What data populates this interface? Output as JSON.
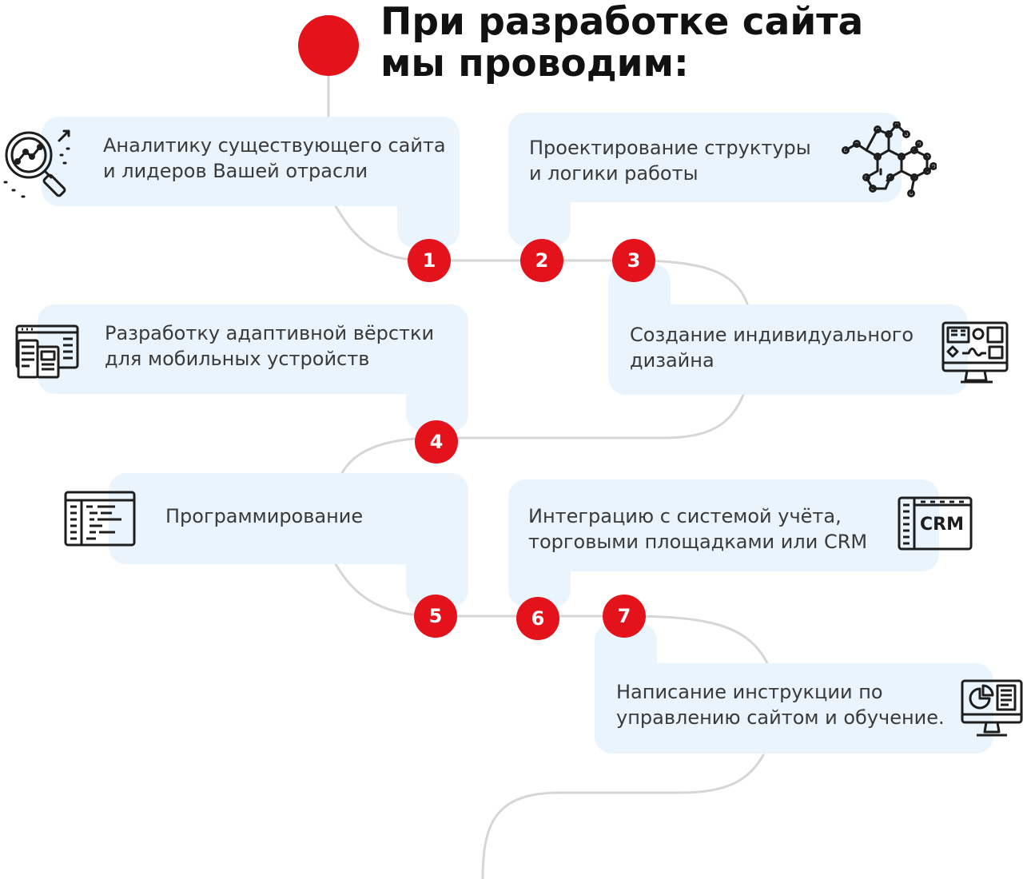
{
  "title": {
    "line1": "При разработке сайта",
    "line2": "мы проводим:"
  },
  "colors": {
    "accent": "#e3121b",
    "card_bg": "#e9f4fd",
    "connector": "#d6d6d6",
    "text": "#3a3a3a"
  },
  "steps": [
    {
      "number": "1",
      "lines": [
        "Аналитику существующего сайта",
        "и лидеров Вашей отрасли"
      ],
      "icon": "magnifier-chart-icon"
    },
    {
      "number": "2",
      "lines": [
        "Проектирование структуры",
        "и логики работы"
      ],
      "icon": "molecule-network-icon"
    },
    {
      "number": "3",
      "lines": [
        "Создание индивидуального",
        "дизайна"
      ],
      "icon": "monitor-design-icon"
    },
    {
      "number": "4",
      "lines": [
        "Разработку адаптивной вёрстки",
        "для мобильных устройств"
      ],
      "icon": "responsive-devices-icon"
    },
    {
      "number": "5",
      "lines": [
        "Программирование"
      ],
      "icon": "code-window-icon"
    },
    {
      "number": "6",
      "lines": [
        "Интеграцию с системой учёта,",
        "торговыми площадками или CRM"
      ],
      "icon": "crm-window-icon",
      "icon_label": "CRM"
    },
    {
      "number": "7",
      "lines": [
        "Написание инструкции по",
        "управлению сайтом и обучение."
      ],
      "icon": "monitor-report-icon"
    }
  ]
}
